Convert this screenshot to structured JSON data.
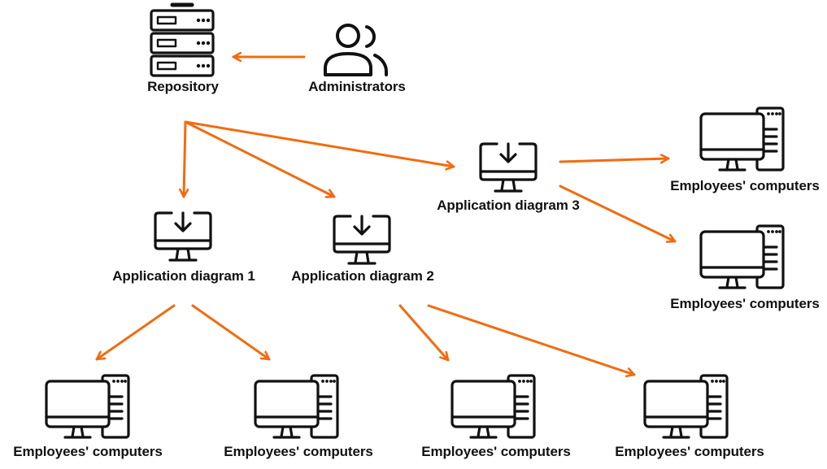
{
  "colors": {
    "arrow": "#F26B0F",
    "icon": "#111111",
    "background": "#ffffff"
  },
  "nodes": {
    "repository": {
      "label": "Repository",
      "icon": "server-rack-icon"
    },
    "administrators": {
      "label": "Administrators",
      "icon": "users-icon"
    },
    "app_diagram_1": {
      "label": "Application diagram 1",
      "icon": "monitor-download-icon"
    },
    "app_diagram_2": {
      "label": "Application diagram 2",
      "icon": "monitor-download-icon"
    },
    "app_diagram_3": {
      "label": "Application diagram 3",
      "icon": "monitor-download-icon"
    },
    "computers": [
      {
        "label": "Employees' computers",
        "icon": "desktop-computer-icon"
      },
      {
        "label": "Employees' computers",
        "icon": "desktop-computer-icon"
      },
      {
        "label": "Employees' computers",
        "icon": "desktop-computer-icon"
      },
      {
        "label": "Employees' computers",
        "icon": "desktop-computer-icon"
      },
      {
        "label": "Employees' computers",
        "icon": "desktop-computer-icon"
      },
      {
        "label": "Employees' computers",
        "icon": "desktop-computer-icon"
      }
    ]
  },
  "edges": [
    {
      "from": "administrators",
      "to": "repository"
    },
    {
      "from": "repository",
      "to": "app_diagram_1"
    },
    {
      "from": "repository",
      "to": "app_diagram_2"
    },
    {
      "from": "repository",
      "to": "app_diagram_3"
    },
    {
      "from": "app_diagram_3",
      "to": "computers.0"
    },
    {
      "from": "app_diagram_3",
      "to": "computers.1"
    },
    {
      "from": "app_diagram_1",
      "to": "computers.2"
    },
    {
      "from": "app_diagram_1",
      "to": "computers.3"
    },
    {
      "from": "app_diagram_2",
      "to": "computers.4"
    },
    {
      "from": "app_diagram_2",
      "to": "computers.5"
    }
  ]
}
